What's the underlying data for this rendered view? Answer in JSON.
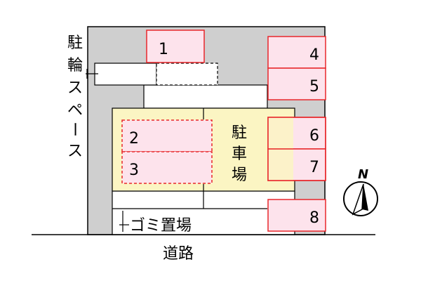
{
  "map": {
    "bicycle_space_label": [
      "駐",
      "輪",
      "ス",
      "ペ",
      "ー",
      "ス"
    ],
    "parking_label": [
      "駐",
      "車",
      "場"
    ],
    "garbage_label": "ゴミ置場",
    "road_label": "道路",
    "north_label": "N",
    "colors": {
      "lot_fill": "#cfcfcf",
      "court_fill": "#fbf5c3",
      "space_fill": "#fde3ec",
      "space_stroke": "#e8272b",
      "line": "#000000"
    },
    "spaces": [
      {
        "id": "space-1",
        "label": "1",
        "style": "solid"
      },
      {
        "id": "space-2",
        "label": "2",
        "style": "dashed"
      },
      {
        "id": "space-3",
        "label": "3",
        "style": "dashed"
      },
      {
        "id": "space-4",
        "label": "4",
        "style": "solid"
      },
      {
        "id": "space-5",
        "label": "5",
        "style": "solid"
      },
      {
        "id": "space-6",
        "label": "6",
        "style": "solid"
      },
      {
        "id": "space-7",
        "label": "7",
        "style": "solid"
      },
      {
        "id": "space-8",
        "label": "8",
        "style": "solid"
      }
    ]
  }
}
